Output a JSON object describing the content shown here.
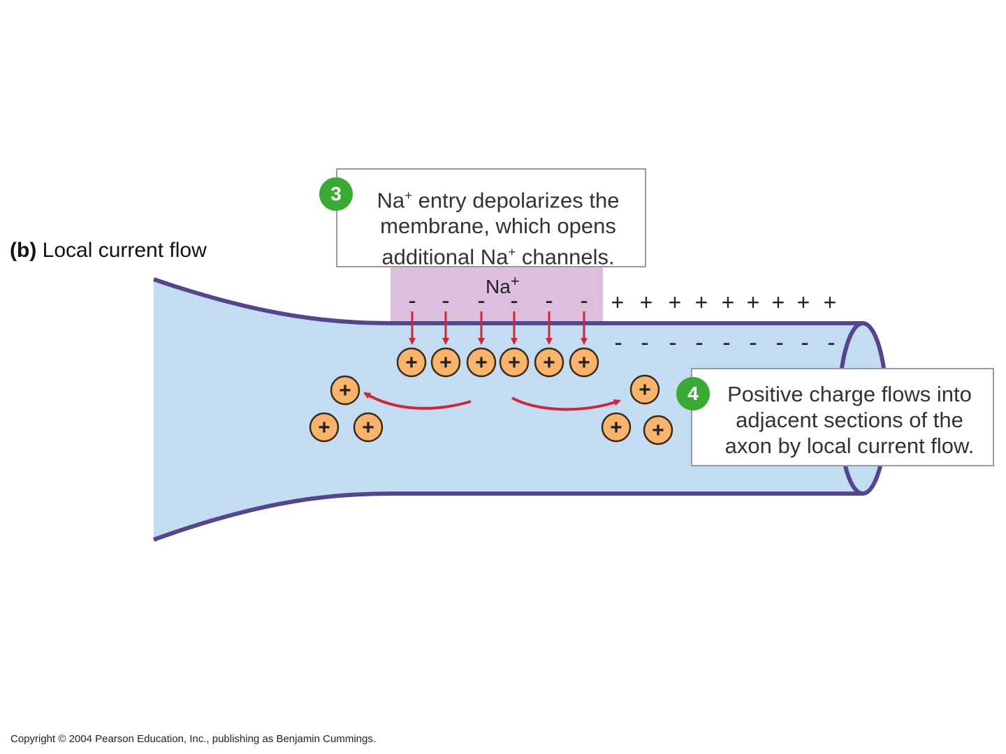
{
  "panel": {
    "label": "(b)",
    "title": "Local current flow"
  },
  "step3": {
    "number": "3",
    "line1_ion": "Na",
    "line1_charge": "+",
    "line1_rest": " entry depolarizes the",
    "line2": "membrane, which opens",
    "line3_pre": "additional Na",
    "line3_charge": "+",
    "line3_post": " channels."
  },
  "step4": {
    "number": "4",
    "line1": "Positive charge flows into",
    "line2": "adjacent sections of the",
    "line3": "axon by local current flow."
  },
  "ion_label": {
    "ion": "Na",
    "charge": "+"
  },
  "charges": {
    "plus": "+",
    "minus": "-",
    "ion_symbol": "+"
  },
  "colors": {
    "axon_fill": "#c3dcf1",
    "membrane": "#55458f",
    "channel_region": "#dcbfdd",
    "ion_fill": "#f8b46a",
    "arrow": "#d0263a",
    "badge": "#3aaa35"
  },
  "copyright": "Copyright © 2004 Pearson Education, Inc., publishing as Benjamin Cummings."
}
